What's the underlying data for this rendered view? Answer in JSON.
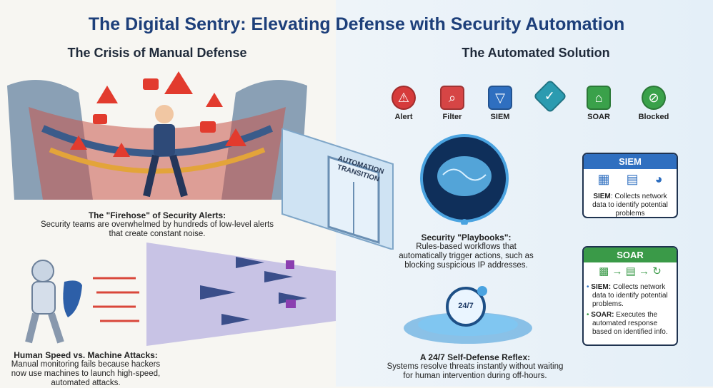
{
  "title": "The Digital Sentry: Elevating Defense with Security Automation",
  "left": {
    "heading": "The Crisis of Manual Defense",
    "firehose": {
      "title": "The \"Firehose\" of Security Alerts:",
      "text": "Security teams are overwhelmed by hundreds of low-level alerts that create constant noise."
    },
    "speed": {
      "title": "Human Speed vs. Machine Attacks:",
      "text": "Manual monitoring fails because hackers now use machines to launch high-speed, automated attacks."
    }
  },
  "gate": {
    "sign": "AUTOMATION TRANSITION"
  },
  "right": {
    "heading": "The Automated Solution",
    "icons": [
      {
        "label": "Alert",
        "icon": "alert-triangle-icon",
        "color": "#d63b3b"
      },
      {
        "label": "Filter",
        "icon": "magnifier-icon",
        "color": "#d64545"
      },
      {
        "label": "SIEM",
        "icon": "funnel-icon",
        "color": "#2f6fc0"
      },
      {
        "label": "",
        "icon": "shield-check-icon",
        "color": "#2b9bb0"
      },
      {
        "label": "SOAR",
        "icon": "padlock-icon",
        "color": "#3aa14a"
      },
      {
        "label": "Blocked",
        "icon": "blocked-icon",
        "color": "#3aa14a"
      }
    ],
    "playbooks": {
      "title": "Security \"Playbooks\":",
      "text": "Rules-based workflows that automatically trigger actions, such as blocking suspicious IP addresses."
    },
    "clock_label": "24/7",
    "reflex": {
      "title": "A 24/7 Self-Defense Reflex:",
      "text": "Systems resolve threats instantly without waiting for human intervention during off-hours."
    },
    "siem_box": {
      "header": "SIEM",
      "term": "SIEM",
      "text": ": Collects network data to identify potential problems",
      "color": "#2f6fc0"
    },
    "soar_box": {
      "header": "SOAR",
      "color": "#3a9a48",
      "items": [
        {
          "term": "SIEM:",
          "text": " Collects network data to identify potential problems."
        },
        {
          "term": "SOAR:",
          "text": " Executes the automated response based on identified info."
        }
      ]
    }
  }
}
